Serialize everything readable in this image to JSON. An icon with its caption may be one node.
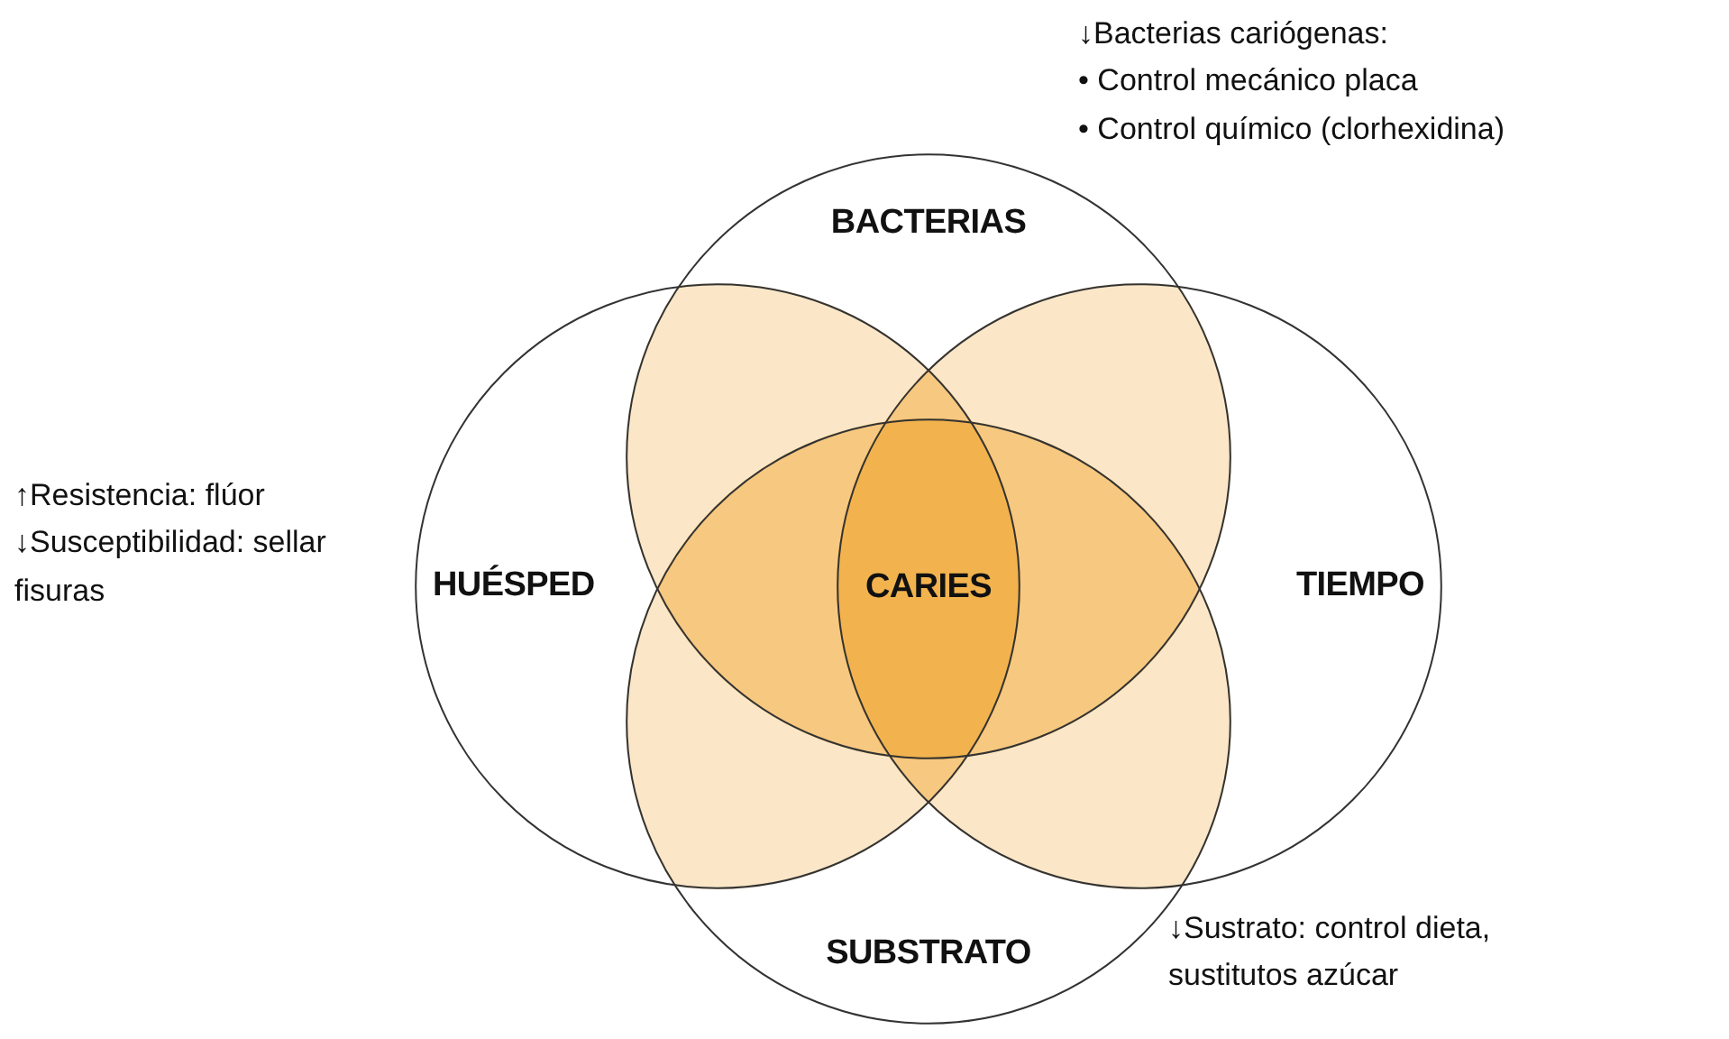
{
  "diagram": {
    "nodes": [
      {
        "text": [
          "BACTERIAS"
        ],
        "beside": [
          "↓Bacterias cariógenas:",
          "• Control mecánico placa",
          "• Control químico (clorhexidina)"
        ]
      },
      {
        "text": [
          "HUÉSPED"
        ],
        "beside": [
          "↑Resistencia: flúor",
          "↓Susceptibilidad: sellar fisuras"
        ]
      },
      {
        "text": [
          "TIEMPO"
        ]
      },
      {
        "text": [
          "SUBSTRATO"
        ],
        "beside": [
          "↓Sustrato: control dieta, sustitutos azúcar"
        ]
      }
    ],
    "edges": [],
    "labels": [
      "CARIES"
    ]
  }
}
